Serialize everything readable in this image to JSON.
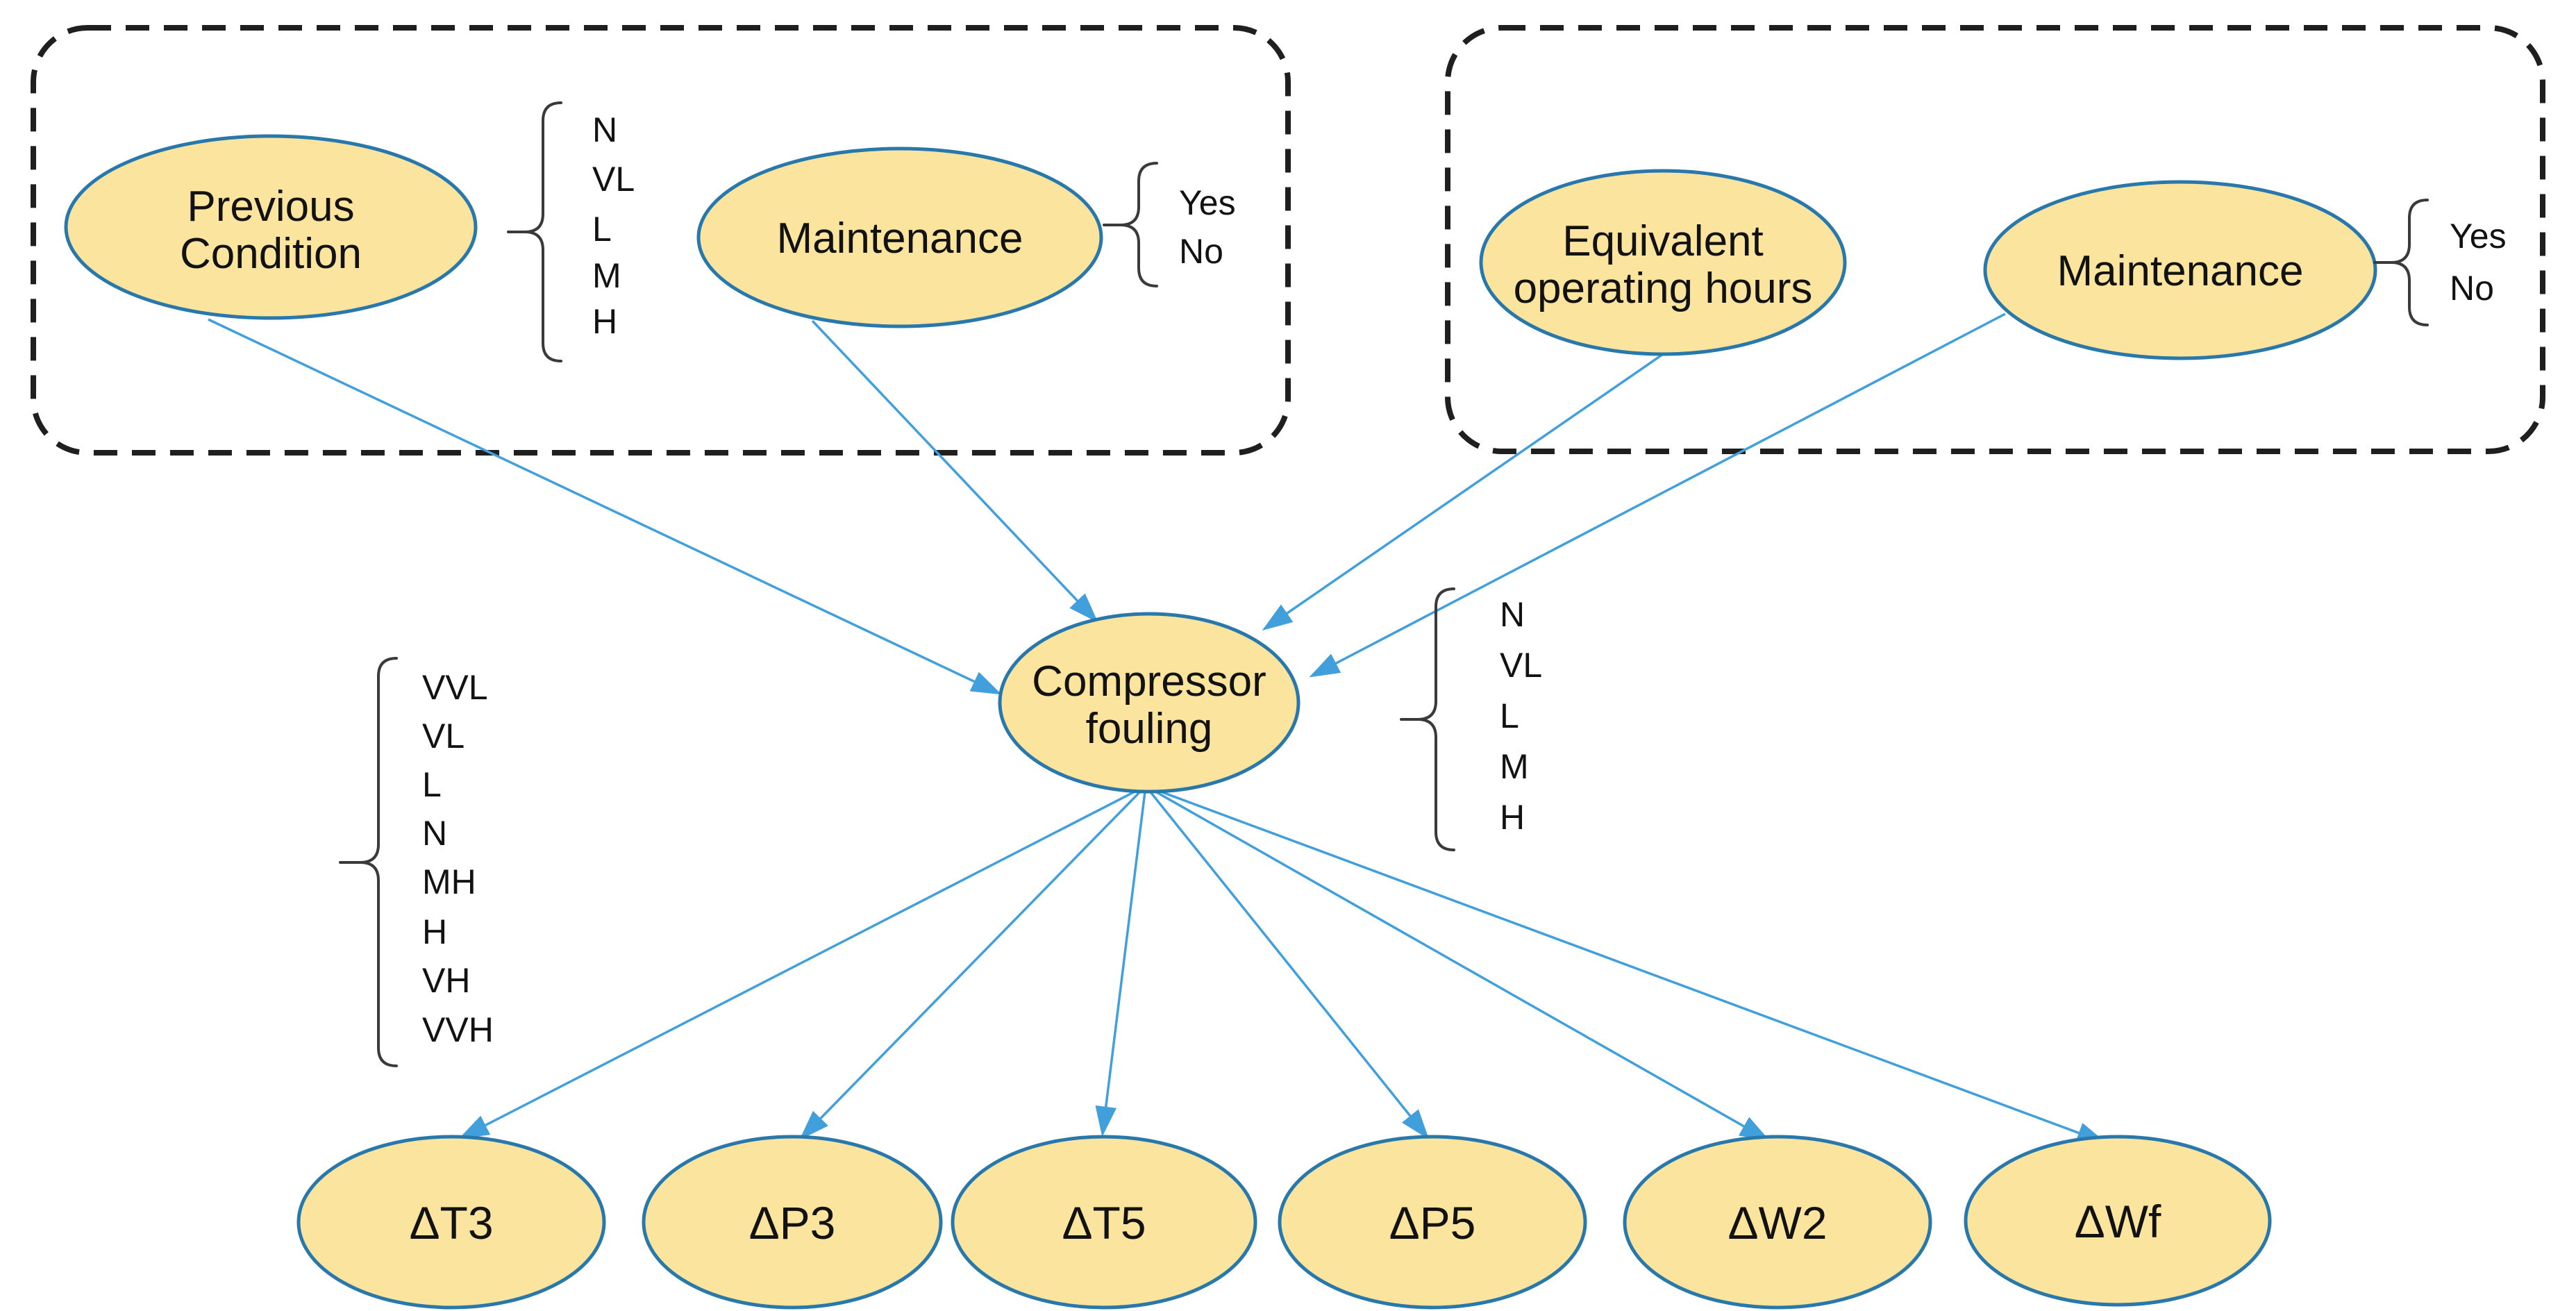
{
  "diagram": {
    "nodes": {
      "previous_condition": {
        "line1": "Previous",
        "line2": "Condition"
      },
      "maintenance_left": {
        "label": "Maintenance"
      },
      "equivalent_operating_hours": {
        "line1": "Equivalent",
        "line2": "operating hours"
      },
      "maintenance_right": {
        "label": "Maintenance"
      },
      "compressor_fouling": {
        "line1": "Compressor",
        "line2": "fouling"
      },
      "outputs": [
        {
          "label": "ΔT3"
        },
        {
          "label": "ΔP3"
        },
        {
          "label": "ΔT5"
        },
        {
          "label": "ΔP5"
        },
        {
          "label": "ΔW2"
        },
        {
          "label": "ΔWf"
        }
      ]
    },
    "state_lists": {
      "previous_condition": [
        "N",
        "VL",
        "L",
        "M",
        "H"
      ],
      "maintenance_left": [
        "Yes",
        "No"
      ],
      "maintenance_right": [
        "Yes",
        "No"
      ],
      "compressor_fouling": [
        "N",
        "VL",
        "L",
        "M",
        "H"
      ],
      "compressor_fouling_levels": [
        "VVL",
        "VL",
        "L",
        "N",
        "MH",
        "H",
        "VH",
        "VVH"
      ]
    },
    "colors": {
      "node_fill": "#FAE49E",
      "node_border": "#2878AC",
      "arrow": "#41A0DC",
      "brace": "#3a3a3a",
      "box_border": "#1f1f1f",
      "text": "#121212"
    }
  }
}
